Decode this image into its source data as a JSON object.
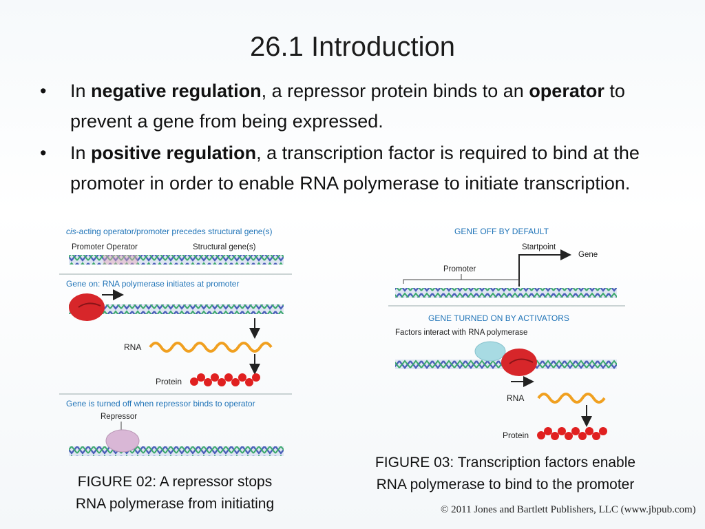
{
  "slide": {
    "title": "26.1  Introduction",
    "bullets": [
      {
        "prefix": "In ",
        "bold1": "negative regulation",
        "mid": ", a repressor protein binds to an ",
        "bold2": "operator",
        "suffix": " to prevent a gene from being expressed."
      },
      {
        "prefix": "In ",
        "bold1": "positive regulation",
        "suffix": ", a transcription factor is required to bind at the promoter in order to enable RNA polymerase to initiate transcription."
      }
    ],
    "bullet_glyph": "•"
  },
  "figure2": {
    "header_italic": "cis",
    "header_rest": "-acting operator/promoter precedes structural gene(s)",
    "label_promoter_operator": "Promoter Operator",
    "label_structural": "Structural gene(s)",
    "section_gene_on": "Gene on: RNA polymerase initiates at promoter",
    "label_rna": "RNA",
    "label_protein": "Protein",
    "section_gene_off": "Gene is turned off when repressor binds to operator",
    "label_repressor": "Repressor",
    "caption_line1": "FIGURE 02: A repressor stops",
    "caption_line2": "RNA polymerase from initiating"
  },
  "figure3": {
    "section_off": "GENE OFF BY DEFAULT",
    "label_startpoint": "Startpoint",
    "label_gene": "Gene",
    "label_promoter": "Promoter",
    "section_on": "GENE TURNED ON BY ACTIVATORS",
    "label_factors": "Factors interact with RNA polymerase",
    "label_rna": "RNA",
    "label_protein": "Protein",
    "caption_line1": "FIGURE 03: Transcription factors enable",
    "caption_line2": "RNA polymerase to bind to the promoter"
  },
  "footer": {
    "copyright": "© 2011 Jones and Bartlett Publishers, LLC (www.jbpub.com)"
  },
  "colors": {
    "section_label": "#1f73b7",
    "dna_blue": "#4a5fb8",
    "dna_green": "#3aa86b",
    "polymerase": "#d7262a",
    "repressor": "#d9b7d6",
    "activator": "#a8dbe3",
    "rna": "#f0a020",
    "protein": "#e02020"
  }
}
